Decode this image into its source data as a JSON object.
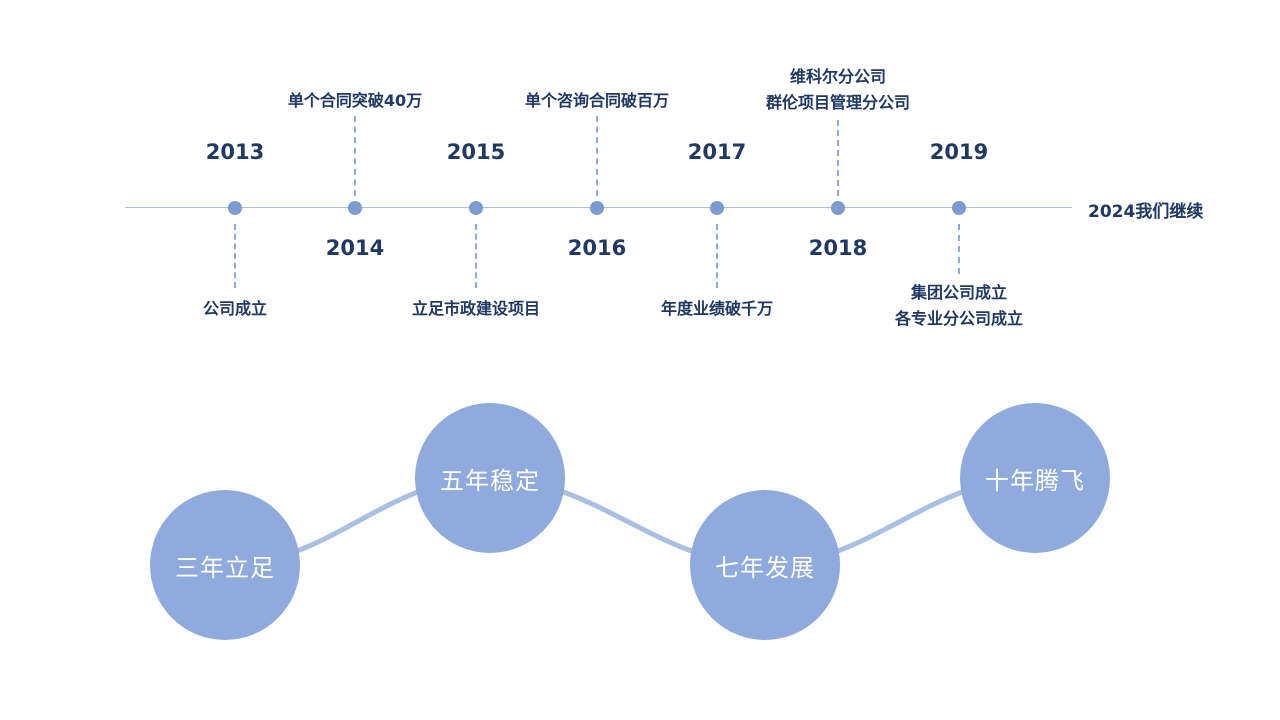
{
  "colors": {
    "dot": "#7D9AD1",
    "axis": "#A9C0E0",
    "dash": "#8FAADC",
    "text": "#1F3864",
    "circle_fill": "#8FAADC",
    "circle_text": "#FFFFFF",
    "wave": "#A9C0E4"
  },
  "timeline": {
    "end_label": "2024我们继续",
    "milestones": [
      {
        "year": "2013",
        "label": "公司成立"
      },
      {
        "year": "2014",
        "label": "单个合同突破40万"
      },
      {
        "year": "2015",
        "label": "立足市政建设项目"
      },
      {
        "year": "2016",
        "label": "单个咨询合同破百万"
      },
      {
        "year": "2017",
        "label": "年度业绩破千万"
      },
      {
        "year": "2018",
        "label": "维科尔分公司\n群伦项目管理分公司"
      },
      {
        "year": "2019",
        "label": "集团公司成立\n各专业分公司成立"
      }
    ]
  },
  "stages": [
    {
      "label": "三年立足"
    },
    {
      "label": "五年稳定"
    },
    {
      "label": "七年发展"
    },
    {
      "label": "十年腾飞"
    }
  ]
}
